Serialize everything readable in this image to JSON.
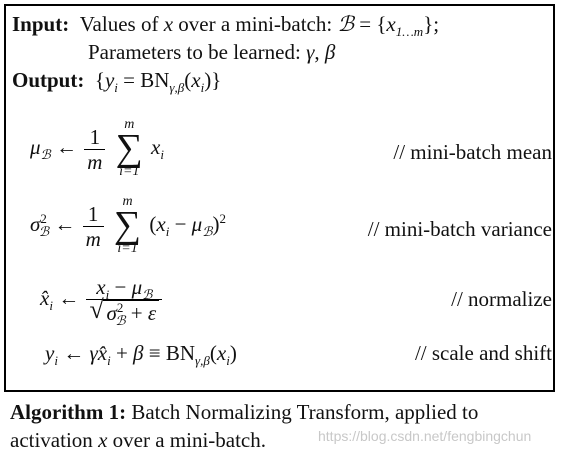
{
  "header": {
    "input_label": "Input:",
    "input_text": "Values of x over a mini-batch: ℬ = {x1…m};",
    "params_text": "Parameters to be learned: γ, β",
    "output_label": "Output:",
    "output_text": "{yi = BNγ,β(xi)}"
  },
  "equations": [
    {
      "lhs": "μℬ",
      "rhs": "1/m Σ(i=1..m) xi",
      "comment": "// mini-batch mean"
    },
    {
      "lhs": "σ²ℬ",
      "rhs": "1/m Σ(i=1..m) (xi − μℬ)²",
      "comment": "// mini-batch variance"
    },
    {
      "lhs": "x̂i",
      "rhs": "(xi − μℬ) / √(σ²ℬ + ε)",
      "comment": "// normalize"
    },
    {
      "lhs": "yi",
      "rhs": "γx̂i + β ≡ BNγ,β(xi)",
      "comment": "// scale and shift"
    }
  ],
  "caption": {
    "label": "Algorithm 1:",
    "text": "Batch Normalizing Transform, applied to activation x over a mini-batch."
  },
  "watermark": "https://blog.csdn.net/fengbingchun"
}
